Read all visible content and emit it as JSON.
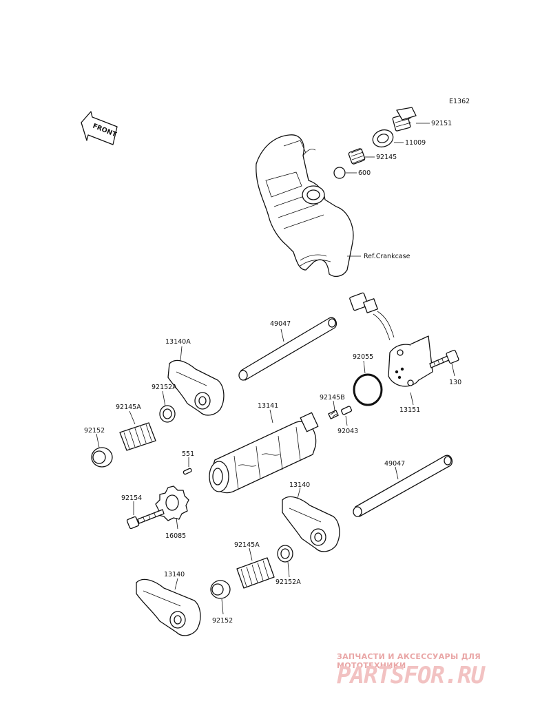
{
  "diagram_code": "E1362",
  "front_label": "FRONT",
  "ref_label": "Ref.Crankcase",
  "parts": {
    "p92151": "92151",
    "p11009": "11009",
    "p92145": "92145",
    "p600": "600",
    "p49047_top": "49047",
    "p13140A": "13140A",
    "p92055": "92055",
    "p130": "130",
    "p13151": "13151",
    "p92152A_top": "92152A",
    "p92145B": "92145B",
    "p13141": "13141",
    "p92043": "92043",
    "p92145A_top": "92145A",
    "p92152_left": "92152",
    "p551": "551",
    "p49047_bottom": "49047",
    "p13140_mid": "13140",
    "p92154": "92154",
    "p16085": "16085",
    "p92145A_bottom": "92145A",
    "p92152A_bottom": "92152A",
    "p13140_bottom": "13140",
    "p92152_bottom": "92152"
  },
  "watermark": {
    "line1": "ЗАПЧАСТИ И АКСЕССУАРЫ ДЛЯ МОТОТЕХНИКИ",
    "line2": "PARTSFOR.RU"
  }
}
